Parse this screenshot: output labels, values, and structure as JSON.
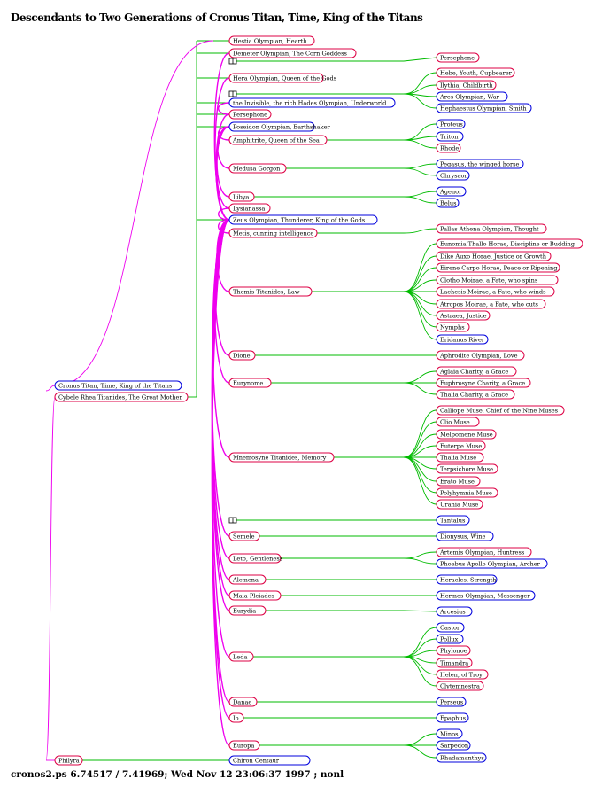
{
  "title": "Descendants to Two Generations of Cronus Titan, Time, King of the Titans",
  "footer": "cronos2.ps  6.74517 / 7.41969; Wed Nov 12 23:06:37 1997 ; nonl",
  "colors": {
    "male": "#0000dd",
    "female": "#dd0044",
    "child_line": "#00bb00",
    "union_line": "#ee00ee",
    "box_fill": "#ffffff"
  },
  "roots": [
    {
      "id": "cronus",
      "label": "Cronus Titan, Time, King of the Titans",
      "sex": "m"
    },
    {
      "id": "cybele",
      "label": "Cybele Rhea Titanides, The Great Mother",
      "sex": "f"
    },
    {
      "id": "philyra",
      "label": "Philyra",
      "sex": "f"
    }
  ],
  "children": [
    {
      "id": "hestia",
      "label": "Hestia Olympian, Hearth",
      "sex": "f"
    },
    {
      "id": "demeter",
      "label": "Demeter Olympian, The Corn Goddess",
      "sex": "f"
    },
    {
      "id": "hera",
      "label": "Hera Olympian, Queen of the Gods",
      "sex": "f"
    },
    {
      "id": "hades",
      "label": "the Invisible, the rich Hades Olympian, Underworld",
      "sex": "m"
    },
    {
      "id": "persephone_w",
      "label": "Persephone",
      "sex": "f"
    },
    {
      "id": "poseidon",
      "label": "Poseidon Olympian, Earthshaker",
      "sex": "m"
    },
    {
      "id": "zeus",
      "label": "Zeus Olympian, Thunderer, King of the Gods",
      "sex": "m"
    },
    {
      "id": "chiron",
      "label": "Chiron Centaur",
      "sex": "m"
    }
  ],
  "consorts": [
    {
      "id": "amphitrite",
      "label": "Amphitrite, Queen of the Sea",
      "sex": "f"
    },
    {
      "id": "medusa",
      "label": "Medusa Gorgon",
      "sex": "f"
    },
    {
      "id": "libya",
      "label": "Libya",
      "sex": "f"
    },
    {
      "id": "lysianassa",
      "label": "Lysianassa",
      "sex": "f"
    },
    {
      "id": "metis",
      "label": "Metis, cunning intelligence",
      "sex": "f"
    },
    {
      "id": "themis",
      "label": "Themis Titanides, Law",
      "sex": "f"
    },
    {
      "id": "dione",
      "label": "Dione",
      "sex": "f"
    },
    {
      "id": "eurynome",
      "label": "Eurynome",
      "sex": "f"
    },
    {
      "id": "mnemosyne",
      "label": "Mnemosyne Titanides, Memory",
      "sex": "f"
    },
    {
      "id": "semele",
      "label": "Semele",
      "sex": "f"
    },
    {
      "id": "leto",
      "label": "Leto, Gentleness",
      "sex": "f"
    },
    {
      "id": "alcmena",
      "label": "Alcmena",
      "sex": "f"
    },
    {
      "id": "maia",
      "label": "Maia Pleiades",
      "sex": "f"
    },
    {
      "id": "eurydia",
      "label": "Eurydia",
      "sex": "f"
    },
    {
      "id": "leda",
      "label": "Leda",
      "sex": "f"
    },
    {
      "id": "danae",
      "label": "Danae",
      "sex": "f"
    },
    {
      "id": "io",
      "label": "Io",
      "sex": "f"
    },
    {
      "id": "europa",
      "label": "Europa",
      "sex": "f"
    }
  ],
  "grandchildren": [
    {
      "id": "persephone_g",
      "label": "Persephone",
      "sex": "f"
    },
    {
      "id": "hebe",
      "label": "Hebe, Youth, Cupbearer",
      "sex": "f"
    },
    {
      "id": "ilythia",
      "label": "Ilythia, Childbirth",
      "sex": "f"
    },
    {
      "id": "ares",
      "label": "Ares Olympian, War",
      "sex": "m"
    },
    {
      "id": "hephaestus",
      "label": "Hephaestus Olympian, Smith",
      "sex": "m"
    },
    {
      "id": "proteus",
      "label": "Proteus",
      "sex": "m"
    },
    {
      "id": "triton",
      "label": "Triton",
      "sex": "m"
    },
    {
      "id": "rhode",
      "label": "Rhode",
      "sex": "f"
    },
    {
      "id": "pegasus",
      "label": "Pegasus, the winged horse",
      "sex": "m"
    },
    {
      "id": "chrysaor",
      "label": "Chrysaor",
      "sex": "m"
    },
    {
      "id": "agenor",
      "label": "Agenor",
      "sex": "m"
    },
    {
      "id": "belus",
      "label": "Belus",
      "sex": "m"
    },
    {
      "id": "athena",
      "label": "Pallas Athena Olympian, Thought",
      "sex": "f"
    },
    {
      "id": "eunomia",
      "label": "Eunomia Thallo Horae, Discipline or Budding",
      "sex": "f"
    },
    {
      "id": "dike",
      "label": "Dike Auxo Horae, Justice or Growth",
      "sex": "f"
    },
    {
      "id": "eirene",
      "label": "Eirene Carpo Horae, Peace or Ripening",
      "sex": "f"
    },
    {
      "id": "clotho",
      "label": "Clotho Moirae, a Fate, who spins",
      "sex": "f"
    },
    {
      "id": "lachesis",
      "label": "Lachesis Moirae, a Fate, who winds",
      "sex": "f"
    },
    {
      "id": "atropos",
      "label": "Atropos Moirae, a Fate, who cuts",
      "sex": "f"
    },
    {
      "id": "astraea",
      "label": "Astraea, Justice",
      "sex": "f"
    },
    {
      "id": "nymphs",
      "label": "Nymphs",
      "sex": "f"
    },
    {
      "id": "eridanus",
      "label": "Eridanus River",
      "sex": "m"
    },
    {
      "id": "aphrodite",
      "label": "Aphrodite Olympian, Love",
      "sex": "f"
    },
    {
      "id": "aglaia",
      "label": "Aglaia Charity, a Grace",
      "sex": "f"
    },
    {
      "id": "euphrosyne",
      "label": "Euphrosyne Charity, a Grace",
      "sex": "f"
    },
    {
      "id": "thalia",
      "label": "Thalia Charity, a Grace",
      "sex": "f"
    },
    {
      "id": "calliope",
      "label": "Calliope Muse, Chief of the Nine Muses",
      "sex": "f"
    },
    {
      "id": "clio",
      "label": "Clio Muse",
      "sex": "f"
    },
    {
      "id": "melpomene",
      "label": "Melpomene Muse",
      "sex": "f"
    },
    {
      "id": "euterpe",
      "label": "Euterpe Muse",
      "sex": "f"
    },
    {
      "id": "thalia_m",
      "label": "Thalia Muse",
      "sex": "f"
    },
    {
      "id": "terpsichore",
      "label": "Terpsichore Muse",
      "sex": "f"
    },
    {
      "id": "erato",
      "label": "Erato Muse",
      "sex": "f"
    },
    {
      "id": "polyhymnia",
      "label": "Polyhymnia Muse",
      "sex": "f"
    },
    {
      "id": "urania",
      "label": "Urania Muse",
      "sex": "f"
    },
    {
      "id": "tantalus",
      "label": "Tantalus",
      "sex": "m"
    },
    {
      "id": "dionysus",
      "label": "Dionysus, Wine",
      "sex": "m"
    },
    {
      "id": "artemis",
      "label": "Artemis Olympian, Huntress",
      "sex": "f"
    },
    {
      "id": "apollo",
      "label": "Phoebus Apollo Olympian, Archer",
      "sex": "m"
    },
    {
      "id": "heracles",
      "label": "Heracles, Strength",
      "sex": "m"
    },
    {
      "id": "hermes",
      "label": "Hermes Olympian, Messenger",
      "sex": "m"
    },
    {
      "id": "arcesius",
      "label": "Arcesius",
      "sex": "m"
    },
    {
      "id": "castor",
      "label": "Castor",
      "sex": "m"
    },
    {
      "id": "pollux",
      "label": "Pollux",
      "sex": "m"
    },
    {
      "id": "phylonoe",
      "label": "Phylonoe",
      "sex": "f"
    },
    {
      "id": "timandra",
      "label": "Timandra",
      "sex": "f"
    },
    {
      "id": "helen",
      "label": "Helen, of Troy",
      "sex": "f"
    },
    {
      "id": "clytemnestra",
      "label": "Clytemnestra",
      "sex": "f"
    },
    {
      "id": "perseus",
      "label": "Perseus",
      "sex": "m"
    },
    {
      "id": "epaphus",
      "label": "Epaphus",
      "sex": "m"
    },
    {
      "id": "minos",
      "label": "Minos",
      "sex": "m"
    },
    {
      "id": "sarpedon",
      "label": "Sarpedon",
      "sex": "m"
    },
    {
      "id": "rhadamanthys",
      "label": "Rhadamanthys",
      "sex": "m"
    }
  ]
}
